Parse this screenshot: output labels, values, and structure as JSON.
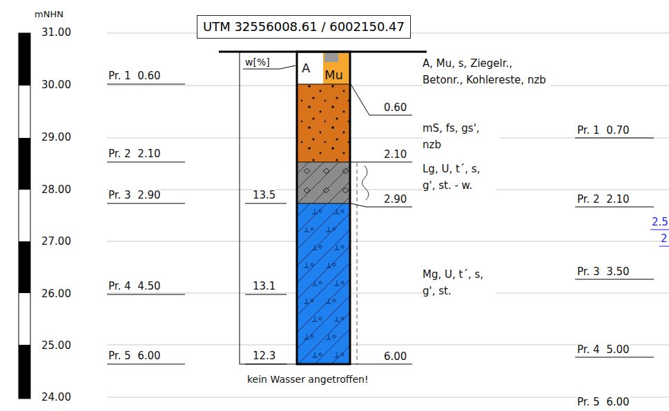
{
  "diagram": {
    "title": "UTM 32556008.61 / 6002150.47",
    "labels": [
      "mNHN",
      "31.00",
      "30.00",
      "29.00",
      "28.00",
      "27.00",
      "26.00",
      "25.00",
      "24.00",
      "Pr. 1  0.60",
      "Pr. 2  2.10",
      "Pr. 3  2.90",
      "Pr. 4  4.50",
      "Pr. 5  6.00",
      "w[%]",
      "13.5",
      "13.1",
      "12.3",
      "A",
      "Mu",
      "0.60",
      "2.10",
      "2.90",
      "6.00",
      "A, Mu, s, Ziegelr., Betonr., Kohlereste, nzb",
      "mS, fs, gs', nzb",
      "Lg, U, t´, s, g', st. - w.",
      "Mg, U, t´, s, g', st.",
      "kein Wasser angetroffen!",
      "Pr. 1  0.70",
      "Pr. 2  2.10",
      "Pr. 3  3.50",
      "Pr. 4  5.00",
      "Pr. 5  6.00",
      "2.5",
      "2"
    ]
  }
}
